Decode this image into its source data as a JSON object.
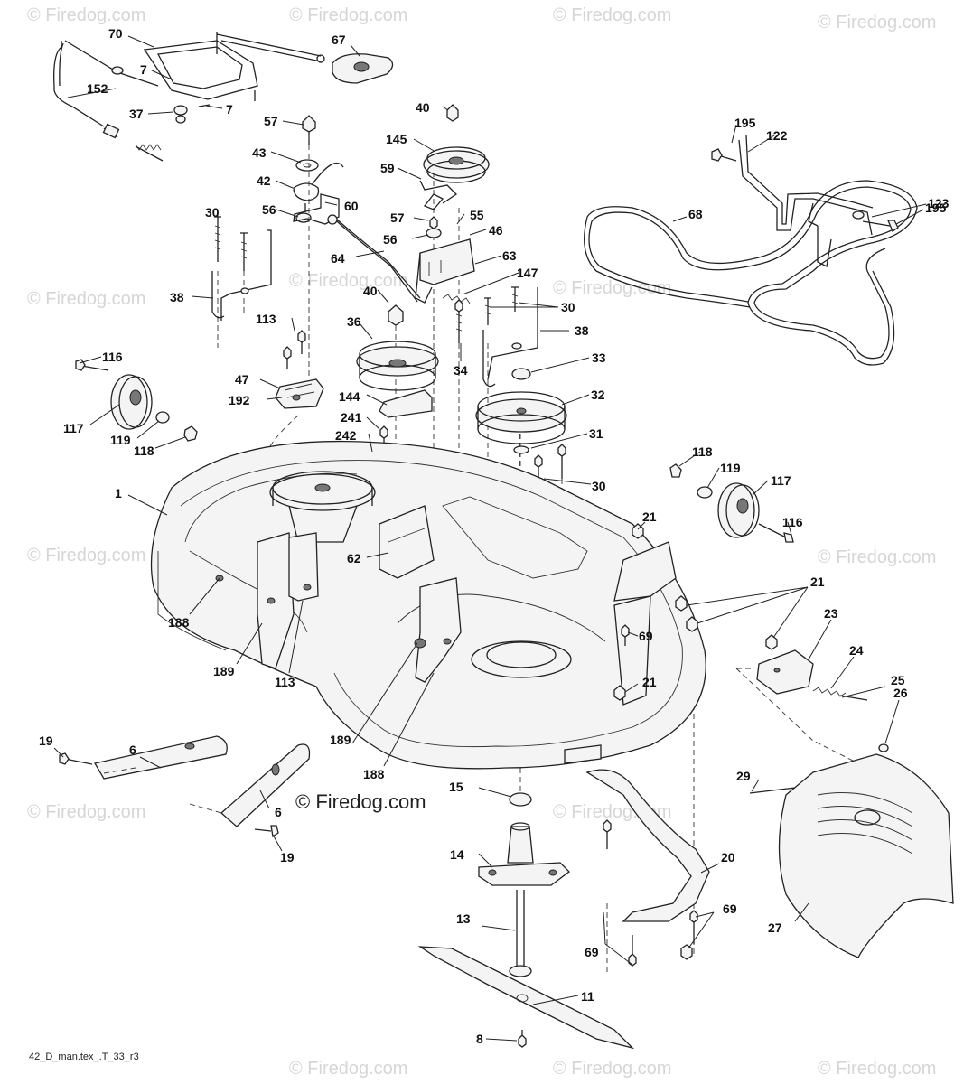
{
  "watermark": {
    "text": "© Firedog.com",
    "main_text": "© Firedog.com"
  },
  "footer_code": "42_D_man.tex_.T_33_r3",
  "callouts": [
    {
      "id": "c70",
      "text": "70"
    },
    {
      "id": "c67",
      "text": "67"
    },
    {
      "id": "c7a",
      "text": "7"
    },
    {
      "id": "c152",
      "text": "152"
    },
    {
      "id": "c7b",
      "text": "7"
    },
    {
      "id": "c37",
      "text": "37"
    },
    {
      "id": "c57a",
      "text": "57"
    },
    {
      "id": "c43",
      "text": "43"
    },
    {
      "id": "c40a",
      "text": "40"
    },
    {
      "id": "c145",
      "text": "145"
    },
    {
      "id": "c59",
      "text": "59"
    },
    {
      "id": "c42",
      "text": "42"
    },
    {
      "id": "c60",
      "text": "60"
    },
    {
      "id": "c56a",
      "text": "56"
    },
    {
      "id": "c30a",
      "text": "30"
    },
    {
      "id": "c55",
      "text": "55"
    },
    {
      "id": "c57b",
      "text": "57"
    },
    {
      "id": "c46",
      "text": "46"
    },
    {
      "id": "c56b",
      "text": "56"
    },
    {
      "id": "c63",
      "text": "63"
    },
    {
      "id": "c64",
      "text": "64"
    },
    {
      "id": "c147",
      "text": "147"
    },
    {
      "id": "c40b",
      "text": "40"
    },
    {
      "id": "c30b",
      "text": "30"
    },
    {
      "id": "c38a",
      "text": "38"
    },
    {
      "id": "c113a",
      "text": "113"
    },
    {
      "id": "c36",
      "text": "36"
    },
    {
      "id": "c38b",
      "text": "38"
    },
    {
      "id": "c116a",
      "text": "116"
    },
    {
      "id": "c34",
      "text": "34"
    },
    {
      "id": "c33",
      "text": "33"
    },
    {
      "id": "c47",
      "text": "47"
    },
    {
      "id": "c192",
      "text": "192"
    },
    {
      "id": "c144",
      "text": "144"
    },
    {
      "id": "c32",
      "text": "32"
    },
    {
      "id": "c117a",
      "text": "117"
    },
    {
      "id": "c119a",
      "text": "119"
    },
    {
      "id": "c241",
      "text": "241"
    },
    {
      "id": "c242",
      "text": "242"
    },
    {
      "id": "c118a",
      "text": "118"
    },
    {
      "id": "c31",
      "text": "31"
    },
    {
      "id": "c118b",
      "text": "118"
    },
    {
      "id": "c119b",
      "text": "119"
    },
    {
      "id": "c117b",
      "text": "117"
    },
    {
      "id": "c30c",
      "text": "30"
    },
    {
      "id": "c1",
      "text": "1"
    },
    {
      "id": "c21a",
      "text": "21"
    },
    {
      "id": "c116b",
      "text": "116"
    },
    {
      "id": "c62",
      "text": "62"
    },
    {
      "id": "c21b",
      "text": "21"
    },
    {
      "id": "c23",
      "text": "23"
    },
    {
      "id": "c188a",
      "text": "188"
    },
    {
      "id": "c69a",
      "text": "69"
    },
    {
      "id": "c24",
      "text": "24"
    },
    {
      "id": "c189a",
      "text": "189"
    },
    {
      "id": "c113b",
      "text": "113"
    },
    {
      "id": "c21c",
      "text": "21"
    },
    {
      "id": "c25",
      "text": "25"
    },
    {
      "id": "c26",
      "text": "26"
    },
    {
      "id": "c6a",
      "text": "6"
    },
    {
      "id": "c19a",
      "text": "19"
    },
    {
      "id": "c189b",
      "text": "189"
    },
    {
      "id": "c188b",
      "text": "188"
    },
    {
      "id": "c29",
      "text": "29"
    },
    {
      "id": "c15",
      "text": "15"
    },
    {
      "id": "c6b",
      "text": "6"
    },
    {
      "id": "c19b",
      "text": "19"
    },
    {
      "id": "c14",
      "text": "14"
    },
    {
      "id": "c20",
      "text": "20"
    },
    {
      "id": "c27",
      "text": "27"
    },
    {
      "id": "c69b",
      "text": "69"
    },
    {
      "id": "c13",
      "text": "13"
    },
    {
      "id": "c69c",
      "text": "69"
    },
    {
      "id": "c11",
      "text": "11"
    },
    {
      "id": "c8",
      "text": "8"
    },
    {
      "id": "c195a",
      "text": "195"
    },
    {
      "id": "c122",
      "text": "122"
    },
    {
      "id": "c68",
      "text": "68"
    },
    {
      "id": "c123",
      "text": "123"
    },
    {
      "id": "c195b",
      "text": "195"
    }
  ]
}
